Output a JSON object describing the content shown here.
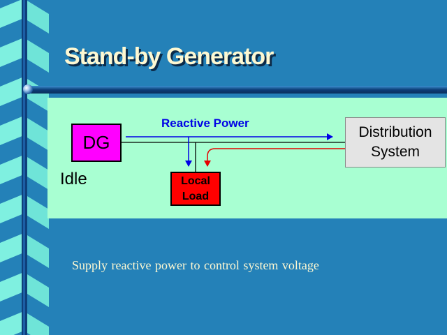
{
  "slide": {
    "title": "Stand-by Generator",
    "caption": "Supply reactive power to control system voltage"
  },
  "diagram": {
    "generator_label": "DG",
    "generator_state": "Idle",
    "flow_label": "Reactive Power",
    "grid_label_line1": "Distribution",
    "grid_label_line2": "System",
    "load_label_line1": "Local",
    "load_label_line2": "Load"
  },
  "colors": {
    "background": "#2481b8",
    "panel": "#a8ffd2",
    "generator": "#ff00ff",
    "load": "#ff0000",
    "reactive_flow": "#0000e6",
    "return_flow": "#e60000",
    "title_text": "#fdf8d2"
  }
}
